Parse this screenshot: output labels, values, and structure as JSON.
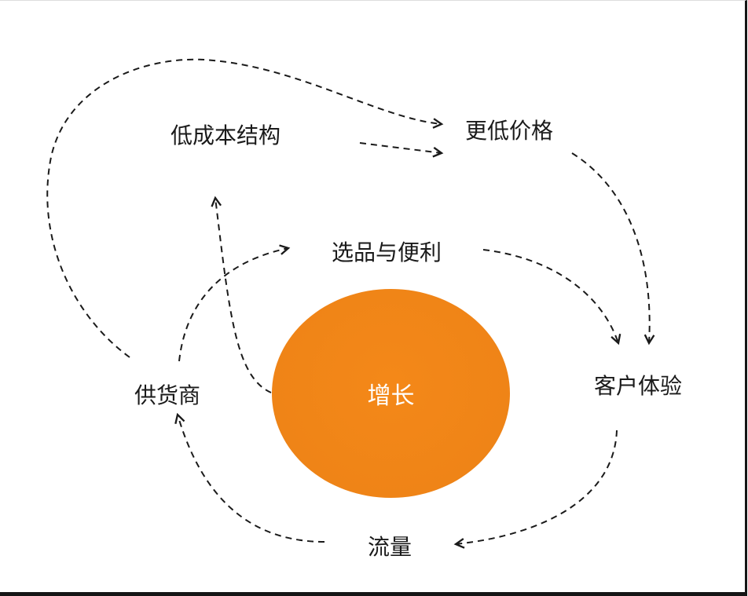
{
  "title": "增长飞轮",
  "nodes": {
    "low_cost": "低成本结构",
    "lower_price": "更低价格",
    "selection": "选品与便利",
    "customer": "客户体验",
    "traffic": "流量",
    "suppliers": "供货商",
    "growth": "增长"
  },
  "colors": {
    "growth_fill": "#f08517",
    "line": "#1a1a1a"
  }
}
